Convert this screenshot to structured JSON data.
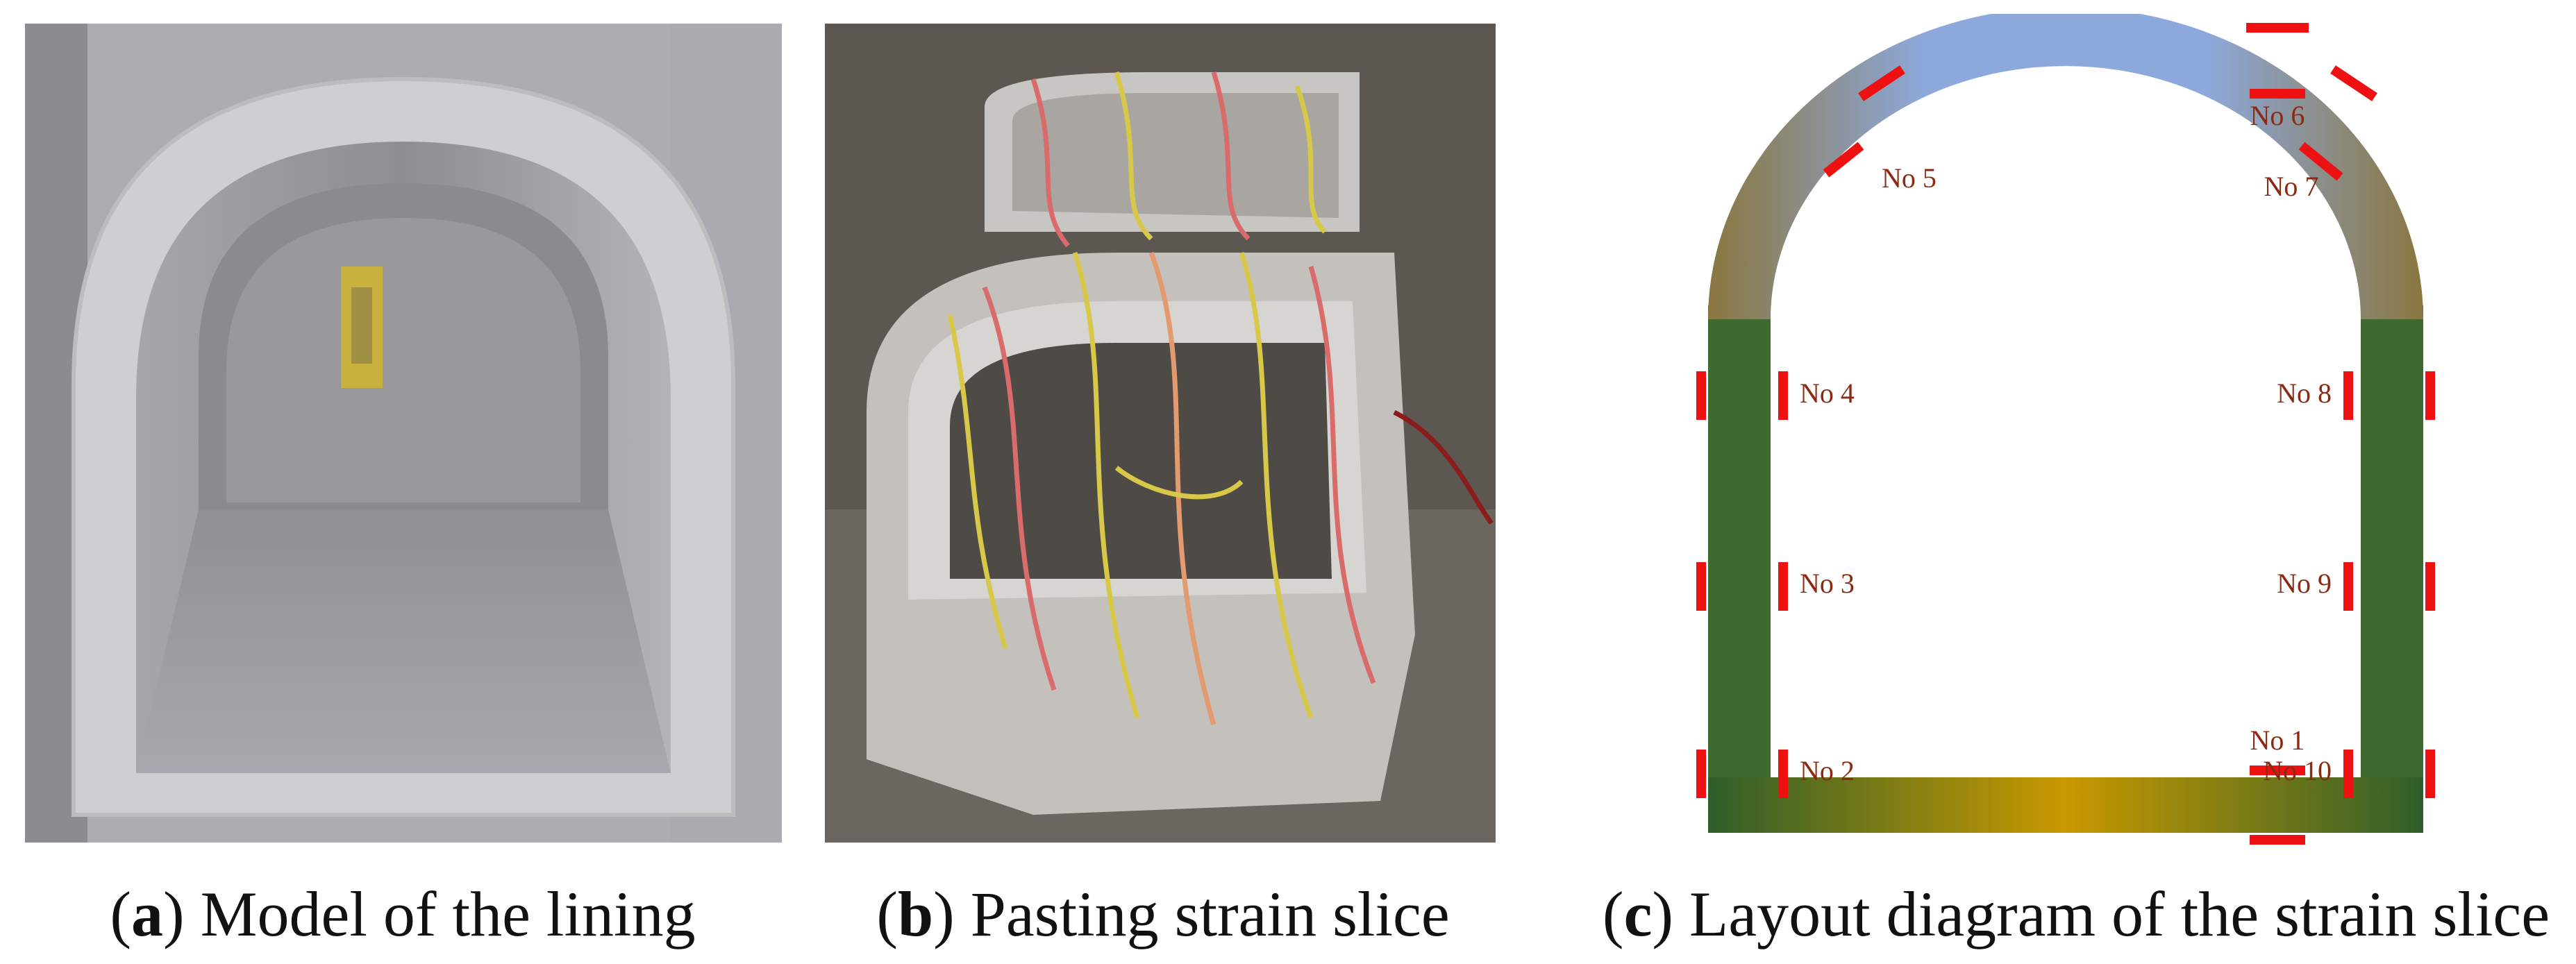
{
  "panels": [
    {
      "letter": "a",
      "caption": ") Model of the lining"
    },
    {
      "letter": "b",
      "caption": ") Pasting strain slice"
    },
    {
      "letter": "c",
      "caption": ") Layout diagram of the strain slice"
    }
  ],
  "diagram": {
    "gauges": [
      "No 1",
      "No 2",
      "No 3",
      "No 4",
      "No 5",
      "No 6",
      "No 7",
      "No 8",
      "No 9",
      "No 10"
    ],
    "colors": {
      "marker": "#ee1111",
      "label": "#8b2a12",
      "crown": "#8da8da",
      "wall_upper": "#7a6000",
      "wall_mid": "#f0e8e8",
      "wall_lower": "#f1a57e",
      "floor_edge": "#2f5e2a",
      "floor_center": "#c99900"
    }
  }
}
